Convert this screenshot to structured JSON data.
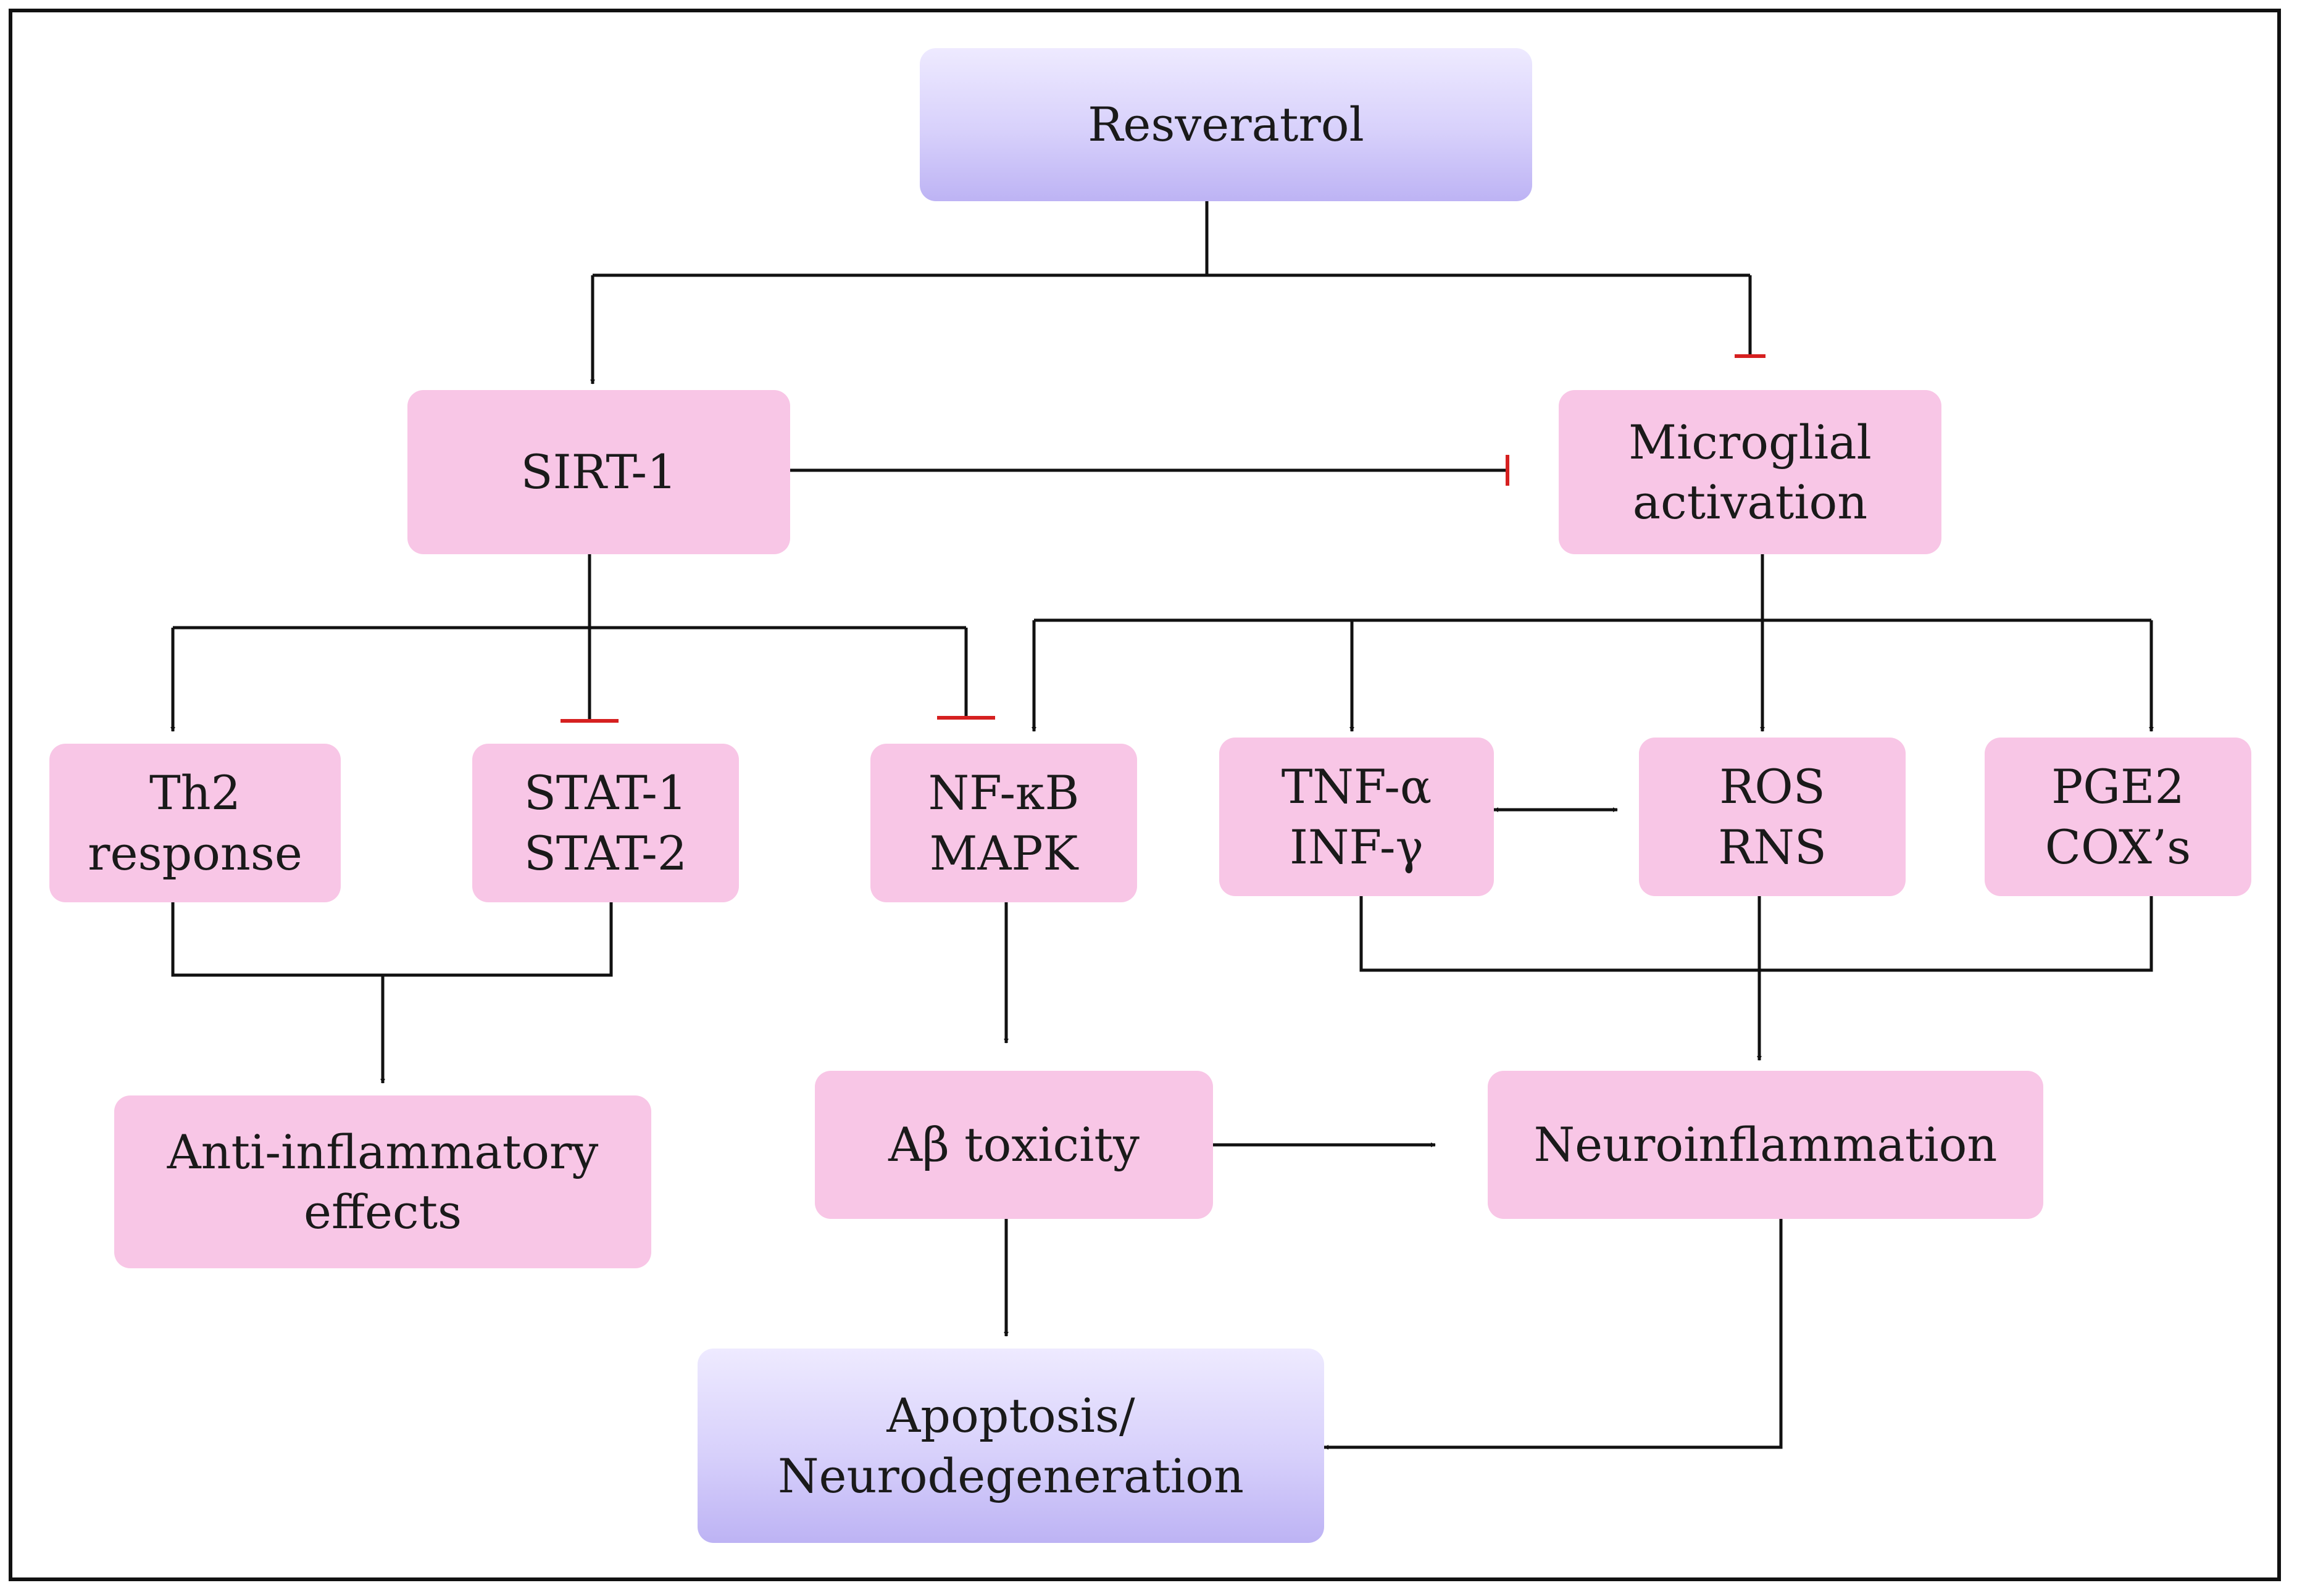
{
  "nodes": {
    "resveratrol": "Resveratrol",
    "sirt1": "SIRT-1",
    "microglial": "Microglial\nactivation",
    "th2": "Th2\nresponse",
    "stat": "STAT-1\nSTAT-2",
    "nfkb": "NF-κB\nMAPK",
    "tnf": "TNF-α\nINF-γ",
    "ros": "ROS\nRNS",
    "pge2": "PGE2\nCOX’s",
    "antiinflammatory": "Anti-inflammatory\neffects",
    "abeta": "Aβ toxicity",
    "neuroinflammation": "Neuroinflammation",
    "apoptosis": "Apoptosis/\nNeurodegeneration"
  },
  "colors": {
    "activation_edge": "#111111",
    "inhibition_bar": "#d62020",
    "node_fill": "#f8c6e6",
    "terminal_fill": "#d7d0fb"
  }
}
